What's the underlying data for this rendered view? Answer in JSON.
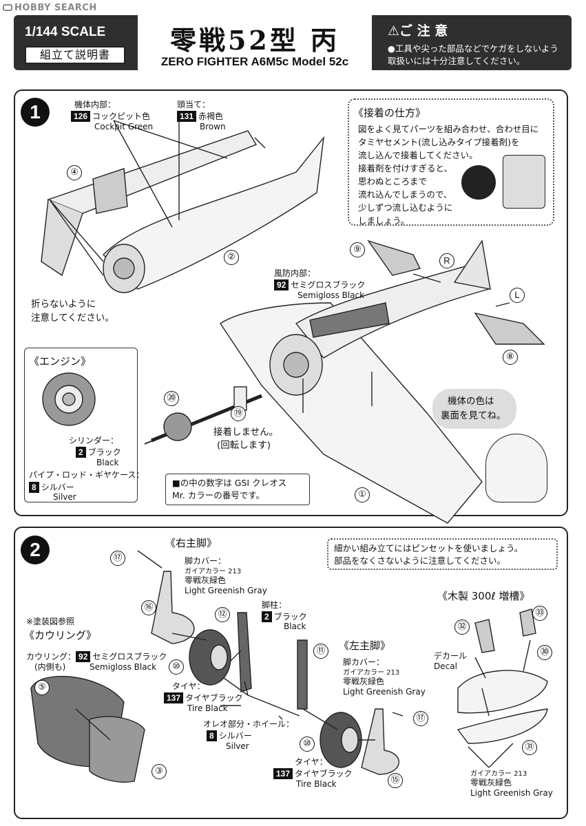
{
  "watermark": "HOBBY SEARCH",
  "header": {
    "scale": "1/144 SCALE",
    "manual": "組立て説明書",
    "title_jp": "零戦52型 丙",
    "title_en": "ZERO FIGHTER A6M5c Model 52c",
    "caution_title": "ご 注 意",
    "caution_text": "●工具や尖った部品などでケガをしないよう取扱いには十分注意してください。"
  },
  "step1": {
    "number": "1",
    "cockpit": {
      "label": "機体内部：",
      "code": "126",
      "jp": "コックピット色",
      "en": "Cockpit Green"
    },
    "headrest": {
      "label": "頭当て：",
      "code": "131",
      "jp": "赤褐色",
      "en": "Brown"
    },
    "canopy": {
      "label": "風防内部：",
      "code": "92",
      "jp": "セミグロスブラック",
      "en": "Semigloss Black"
    },
    "caution_fold": [
      "折らないように",
      "注意してください。"
    ],
    "glue": {
      "title": "《接着の仕方》",
      "lines": [
        "図をよく見てパーツを組み合わせ、合わせ目に",
        "タミヤセメント(流し込みタイプ接着剤)を",
        "流し込んで接着してください。",
        "接着剤を付けすぎると、",
        "思わぬところまで",
        "流れ込んでしまうので、",
        "少しずつ流し込むように",
        "しましょう。"
      ]
    },
    "engine": {
      "title": "《エンジン》",
      "cyl_label": "シリンダー：",
      "cyl_code": "2",
      "cyl_jp": "ブラック",
      "cyl_en": "Black",
      "pipe_label": "パイプ・ロッド・ギヤケース：",
      "pipe_code": "8",
      "pipe_jp": "シルバー",
      "pipe_en": "Silver"
    },
    "no_glue": [
      "接着しません。",
      "(回転します)"
    ],
    "bubble": [
      "機体の色は",
      "裏面を見てね。"
    ],
    "gsi_note": [
      "■の中の数字は GSI クレオス",
      "Mr. カラーの番号です。"
    ],
    "parts": {
      "p1": "①",
      "p2": "②",
      "p4": "④",
      "p8": "⑧",
      "p9": "⑨",
      "p19": "⑲",
      "p20": "⑳",
      "r": "R",
      "l": "L"
    }
  },
  "step2": {
    "number": "2",
    "tweezers": [
      "細かい組み立てにはピンセットを使いましょう。",
      "部品をなくさないように注意してください。"
    ],
    "right_gear": "《右主脚》",
    "left_gear": "《左主脚》",
    "cover_r": {
      "label": "脚カバー：",
      "gaia": "ガイアカラー 213",
      "jp": "零戦灰緑色",
      "en": "Light Greenish Gray"
    },
    "strut": {
      "label": "脚柱：",
      "code": "2",
      "jp": "ブラック",
      "en": "Black"
    },
    "tire_r": {
      "label": "タイヤ：",
      "code": "137",
      "jp": "タイヤブラック",
      "en": "Tire Black"
    },
    "oleo": {
      "label": "オレオ部分・ホイール：",
      "code": "8",
      "jp": "シルバー",
      "en": "Silver"
    },
    "cover_l": {
      "label": "脚カバー：",
      "gaia": "ガイアカラー 213",
      "jp": "零戦灰緑色",
      "en": "Light Greenish Gray"
    },
    "tire_l": {
      "label": "タイヤ：",
      "code": "137",
      "jp": "タイヤブラック",
      "en": "Tire Black"
    },
    "cowl_ref": "※塗装図参照",
    "cowl_title": "《カウリング》",
    "cowl": {
      "label": "カウリング：",
      "sub": "(内側も)",
      "code": "92",
      "jp": "セミグロスブラック",
      "en": "Semigloss Black"
    },
    "tank_title": "《木製 300ℓ 増槽》",
    "decal": {
      "jp": "デカール",
      "en": "Decal"
    },
    "tank_color": {
      "gaia": "ガイアカラー 213",
      "jp": "零戦灰緑色",
      "en": "Light Greenish Gray"
    },
    "parts": {
      "p3": "③",
      "p5": "⑤",
      "p10a": "⑩",
      "p10b": "⑩",
      "p11": "⑪",
      "p12": "⑫",
      "p15": "⑮",
      "p16": "⑯",
      "p17a": "⑰",
      "p17b": "⑰",
      "p30": "㉚",
      "p31": "㉛",
      "p32": "㉜",
      "p33": "㉝"
    }
  }
}
